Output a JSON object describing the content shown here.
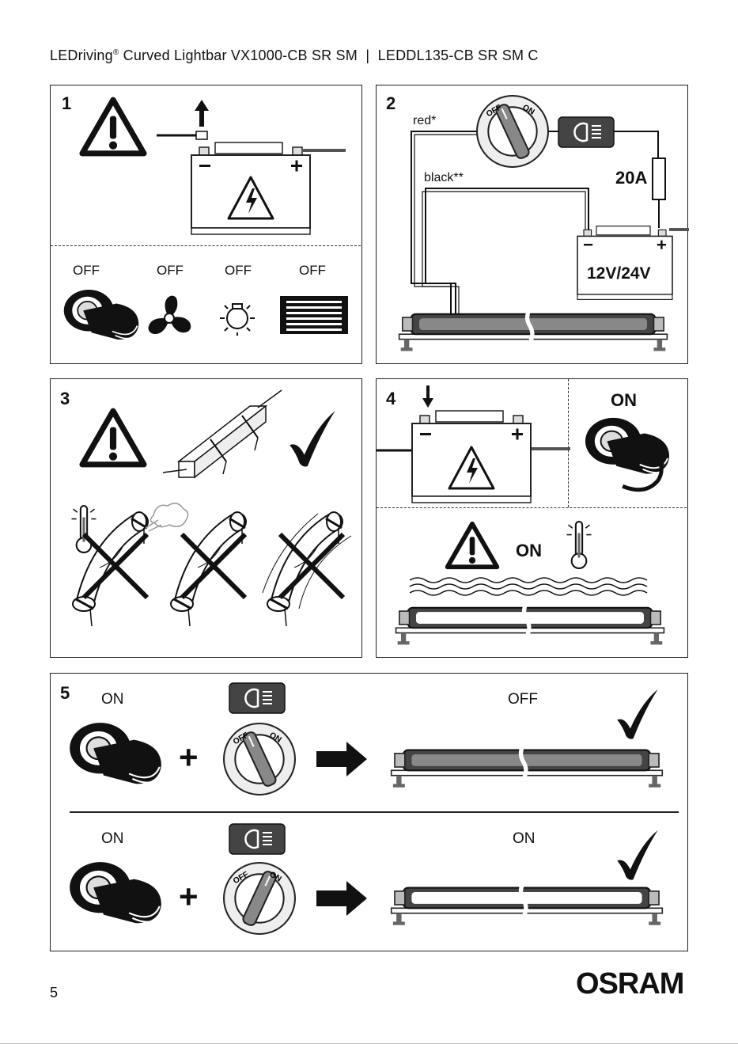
{
  "header": {
    "brand": "LEDriving",
    "reg": "®",
    "title_rest": " Curved Lightbar VX1000-CB SR SM",
    "separator": "|",
    "code": "LEDDL135-CB SR SM C"
  },
  "panel1": {
    "number": "1",
    "off_labels": [
      "OFF",
      "OFF",
      "OFF",
      "OFF"
    ]
  },
  "panel2": {
    "number": "2",
    "wire_red": "red*",
    "wire_black": "black**",
    "fuse": "20A",
    "switch_off": "OFF",
    "switch_on": "ON",
    "battery_voltage": "12V/24V"
  },
  "panel3": {
    "number": "3"
  },
  "panel4": {
    "number": "4",
    "on_top": "ON",
    "on_warning": "ON"
  },
  "panel5": {
    "number": "5",
    "row1_key": "ON",
    "row1_result": "OFF",
    "row2_key": "ON",
    "row2_result": "ON",
    "switch_off": "OFF",
    "switch_on": "ON"
  },
  "footer": {
    "page": "5",
    "logo": "OSRAM"
  }
}
